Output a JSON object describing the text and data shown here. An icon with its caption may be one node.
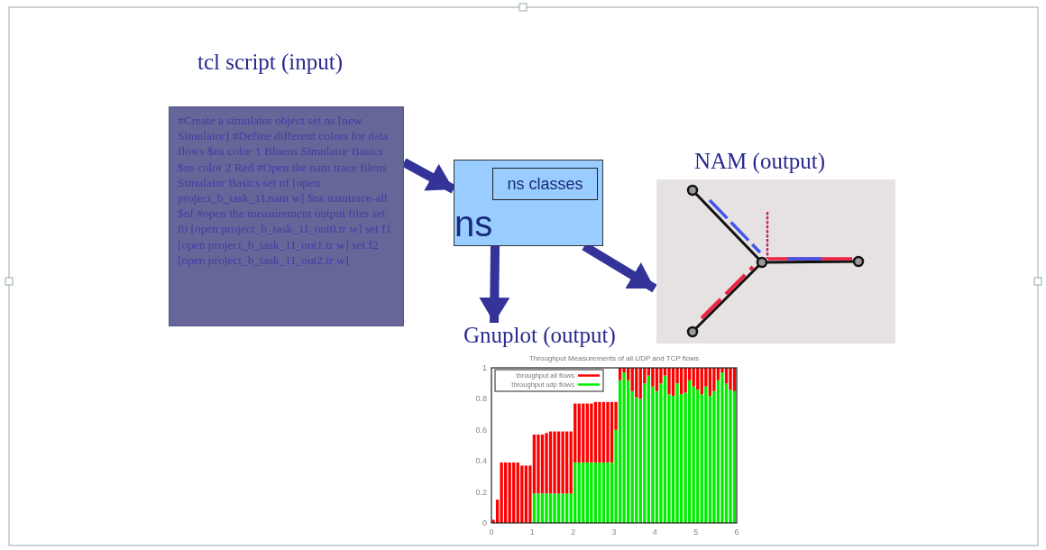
{
  "diagram": {
    "nodes": [
      {
        "text": [
          "tcl script (input)",
          "#Create a simulator object set ns [new Simulator] #Define different colors for data flows $ns color 1 Bluens Simulator Basics $ns color 2 Red #Open the nam trace filens Simulator Basics set nf [open project_b_task_1I.nam w] $ns namtrace-all $nf #open the measurement output files set f0 [open project_b_task_1I_out0.tr w] set f1 [open project_b_task_1I_out1.tr w] set f2 [open project_b_task_1I_out2.tr w]"
        ]
      },
      {
        "text": [
          "ns"
        ]
      },
      {
        "text": [
          "ns classes"
        ],
        "in": 1
      },
      {
        "text": [
          "NAM (output)"
        ]
      },
      {
        "text": [
          "Gnuplot (output)"
        ]
      }
    ],
    "edges": [
      {
        "from": 0,
        "to": 1,
        "arrow": "to"
      },
      {
        "from": 1,
        "to": 3,
        "arrow": "to"
      },
      {
        "from": 1,
        "to": 4,
        "arrow": "to"
      }
    ],
    "chart_data": {
      "type": "bar",
      "title": "Throughput Measurements of all UDP and TCP flows",
      "stacked": true,
      "legend": true,
      "x": [
        0.1,
        0.2,
        0.3,
        0.4,
        0.5,
        0.6,
        0.7,
        0.8,
        0.9,
        1.0,
        1.1,
        1.2,
        1.3,
        1.4,
        1.5,
        1.6,
        1.7,
        1.8,
        1.9,
        2.0,
        2.1,
        2.2,
        2.3,
        2.4,
        2.5,
        2.6,
        2.7,
        2.8,
        2.9,
        3.0,
        3.1,
        3.2,
        3.3,
        3.4,
        3.5,
        3.6,
        3.7,
        3.8,
        3.9,
        4.0,
        4.1,
        4.2,
        4.3,
        4.4,
        4.5,
        4.6,
        4.7,
        4.8,
        4.9,
        5.0,
        5.1,
        5.2,
        5.3,
        5.4,
        5.5,
        5.6,
        5.7,
        5.8,
        5.9,
        6.0
      ],
      "series": [
        {
          "name": "throughput udp flows",
          "color": "#00ee00",
          "values": [
            0,
            0,
            0,
            0,
            0,
            0,
            0,
            0,
            0,
            0,
            0.19,
            0.19,
            0.19,
            0.19,
            0.19,
            0.19,
            0.19,
            0.19,
            0.19,
            0.19,
            0.39,
            0.39,
            0.39,
            0.39,
            0.39,
            0.39,
            0.39,
            0.39,
            0.39,
            0.39,
            0.6,
            0.92,
            0.97,
            0.92,
            0.85,
            0.81,
            0.8,
            0.9,
            0.95,
            0.88,
            0.85,
            0.9,
            0.95,
            0.83,
            0.82,
            0.9,
            0.83,
            0.84,
            0.92,
            0.88,
            0.86,
            0.83,
            0.88,
            0.82,
            0.85,
            0.92,
            0.97,
            0.9,
            0.86,
            0.85
          ]
        },
        {
          "name": "throughput all flows",
          "color": "#ff0000",
          "values": [
            0.02,
            0.15,
            0.39,
            0.39,
            0.39,
            0.39,
            0.39,
            0.37,
            0.37,
            0.37,
            0.38,
            0.38,
            0.38,
            0.39,
            0.4,
            0.4,
            0.4,
            0.4,
            0.4,
            0.4,
            0.38,
            0.38,
            0.38,
            0.38,
            0.38,
            0.39,
            0.39,
            0.39,
            0.39,
            0.39,
            0.18,
            0.08,
            0.03,
            0.08,
            0.15,
            0.19,
            0.2,
            0.1,
            0.05,
            0.12,
            0.15,
            0.1,
            0.05,
            0.17,
            0.18,
            0.1,
            0.17,
            0.16,
            0.08,
            0.12,
            0.14,
            0.17,
            0.12,
            0.18,
            0.15,
            0.08,
            0.03,
            0.1,
            0.14,
            0.15
          ]
        }
      ],
      "xlim": [
        0,
        6
      ],
      "ylim": [
        0,
        1
      ],
      "xticks": [
        0,
        1,
        2,
        3,
        4,
        5,
        6
      ],
      "yticks": [
        0,
        0.2,
        0.4,
        0.6,
        0.8,
        1
      ]
    }
  }
}
